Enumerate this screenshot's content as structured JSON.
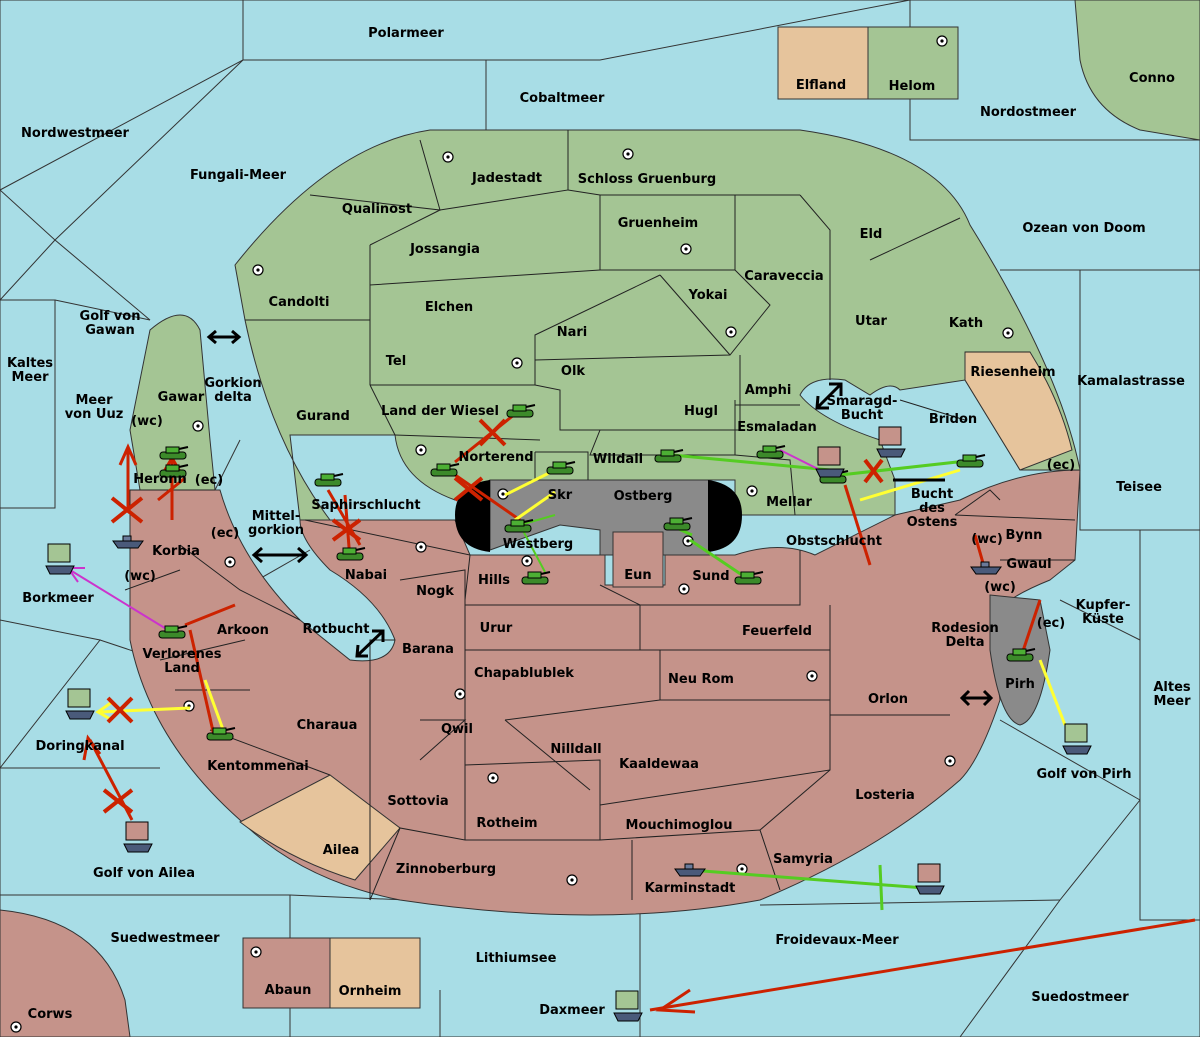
{
  "map": {
    "colors": {
      "sea": "#a8dde6",
      "green_power": "#a4c594",
      "red_power": "#c5938a",
      "neutral": "#e6c49c",
      "impassable": "#000000",
      "grey_zone": "#8a8a8a",
      "move_red": "#cc2200",
      "move_yellow": "#ffff33",
      "move_green": "#55cc22",
      "move_magenta": "#cc33cc"
    },
    "sea_labels": {
      "polarmeer": "Polarmeer",
      "cobaltmeer": "Cobaltmeer",
      "nordwestmeer": "Nordwestmeer",
      "nordostmeer": "Nordostmeer",
      "conno": "Conno",
      "fungali": "Fungali-Meer",
      "ozean": "Ozean von Doom",
      "golf_gawan": "Golf von\nGawan",
      "kaltes": "Kaltes\nMeer",
      "uuz": "Meer\nvon Uuz",
      "gorkion": "Gorkion\ndelta",
      "mittelgorkion": "Mittel-\ngorkion",
      "kamalastrasse": "Kamalastrasse",
      "teisee": "Teisee",
      "smaragd": "Smaragd-\nBucht",
      "bucht_ostens": "Bucht\ndes\nOstens",
      "borkmeer": "Borkmeer",
      "rotbucht": "Rotbucht",
      "kupferkueste": "Kupfer-\nKüste",
      "rodesion": "Rodesion\nDelta",
      "altes": "Altes\nMeer",
      "doringkanal": "Doringkanal",
      "golf_pirh": "Golf von Pirh",
      "golf_ailea": "Golf von Ailea",
      "suedwestmeer": "Suedwestmeer",
      "lithiumsee": "Lithiumsee",
      "froidevaux": "Froidevaux-Meer",
      "suedostmeer": "Suedostmeer",
      "daxmeer": "Daxmeer",
      "corws": "Corws"
    },
    "land_labels": {
      "elfland": "Elfland",
      "helom": "Helom",
      "jadestadt": "Jadestadt",
      "schloss": "Schloss Gruenburg",
      "qualinost": "Qualinost",
      "gruenheim": "Gruenheim",
      "eld": "Eld",
      "jossangia": "Jossangia",
      "candolti": "Candolti",
      "caraveccia": "Caraveccia",
      "elchen": "Elchen",
      "yokai": "Yokai",
      "utar": "Utar",
      "kath": "Kath",
      "nari": "Nari",
      "tel": "Tel",
      "olk": "Olk",
      "riesenheim": "Riesenheim",
      "gawar": "Gawar",
      "gurand": "Gurand",
      "wiesel": "Land der Wiesel",
      "hugl": "Hugl",
      "amphi": "Amphi",
      "bridon": "Bridon",
      "esmaladan": "Esmaladan",
      "norterend": "Norterend",
      "wildall": "Wildall",
      "heronn": "Heronn",
      "skr": "Skr",
      "ostberg": "Ostberg",
      "mellar": "Mellar",
      "saphir": "Saphirschlucht",
      "westberg": "Westberg",
      "korbia": "Korbia",
      "obstschlucht": "Obstschlucht",
      "bynn": "Bynn",
      "gwaul": "Gwaul",
      "nabai": "Nabai",
      "hills": "Hills",
      "eun": "Eun",
      "sund": "Sund",
      "nogk": "Nogk",
      "arkoon": "Arkoon",
      "urur": "Urur",
      "feuerfeld": "Feuerfeld",
      "verlorenes": "Verlorenes\nLand",
      "barana": "Barana",
      "chapa": "Chapablublek",
      "neurom": "Neu Rom",
      "orlon": "Orlon",
      "pirh": "Pirh",
      "qwil": "Qwil",
      "charaua": "Charaua",
      "nilldall": "Nilldall",
      "kaaldewaa": "Kaaldewaa",
      "kentommenai": "Kentommenai",
      "losteria": "Losteria",
      "sottovia": "Sottovia",
      "rotheim": "Rotheim",
      "mouchi": "Mouchimoglou",
      "ailea": "Ailea",
      "samyria": "Samyria",
      "zinnoberburg": "Zinnoberburg",
      "karminstadt": "Karminstadt",
      "abaun": "Abaun",
      "ornheim": "Ornheim"
    },
    "coast_labels": {
      "gawar_wc": "(wc)",
      "heronn_ec": "(ec)",
      "korbia_ec": "(ec)",
      "korbia_wc": "(wc)",
      "bynn_ec": "(ec)",
      "gwaul_wc": "(wc)",
      "gwaul_wc2": "(wc)",
      "pirh_ec": "(ec)"
    }
  }
}
